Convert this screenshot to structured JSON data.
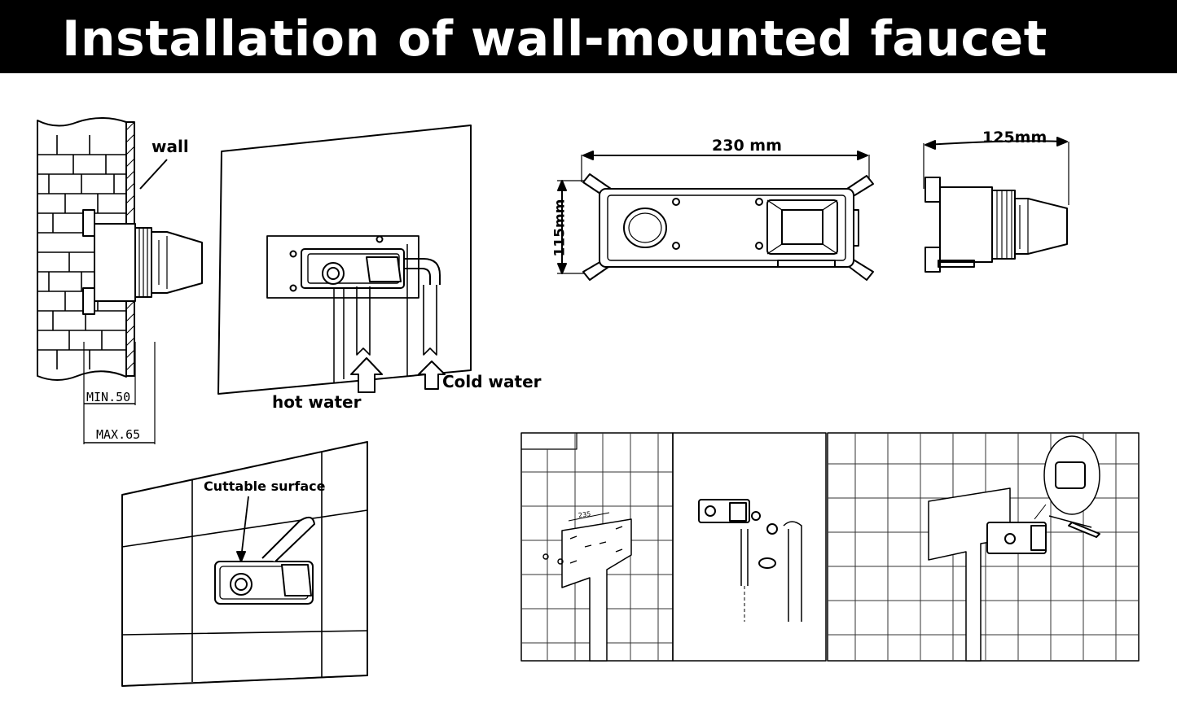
{
  "title": "Installation of wall-mounted faucet",
  "labels": {
    "wall": "wall",
    "min": "MIN.50",
    "max": "MAX.65",
    "hot_water": "hot water",
    "cold_water": "Cold water",
    "cuttable_surface": "Cuttable surface",
    "width_dim": "230 mm",
    "height_dim": "115mm",
    "depth_dim": "125mm",
    "spacing_dim": "235"
  }
}
